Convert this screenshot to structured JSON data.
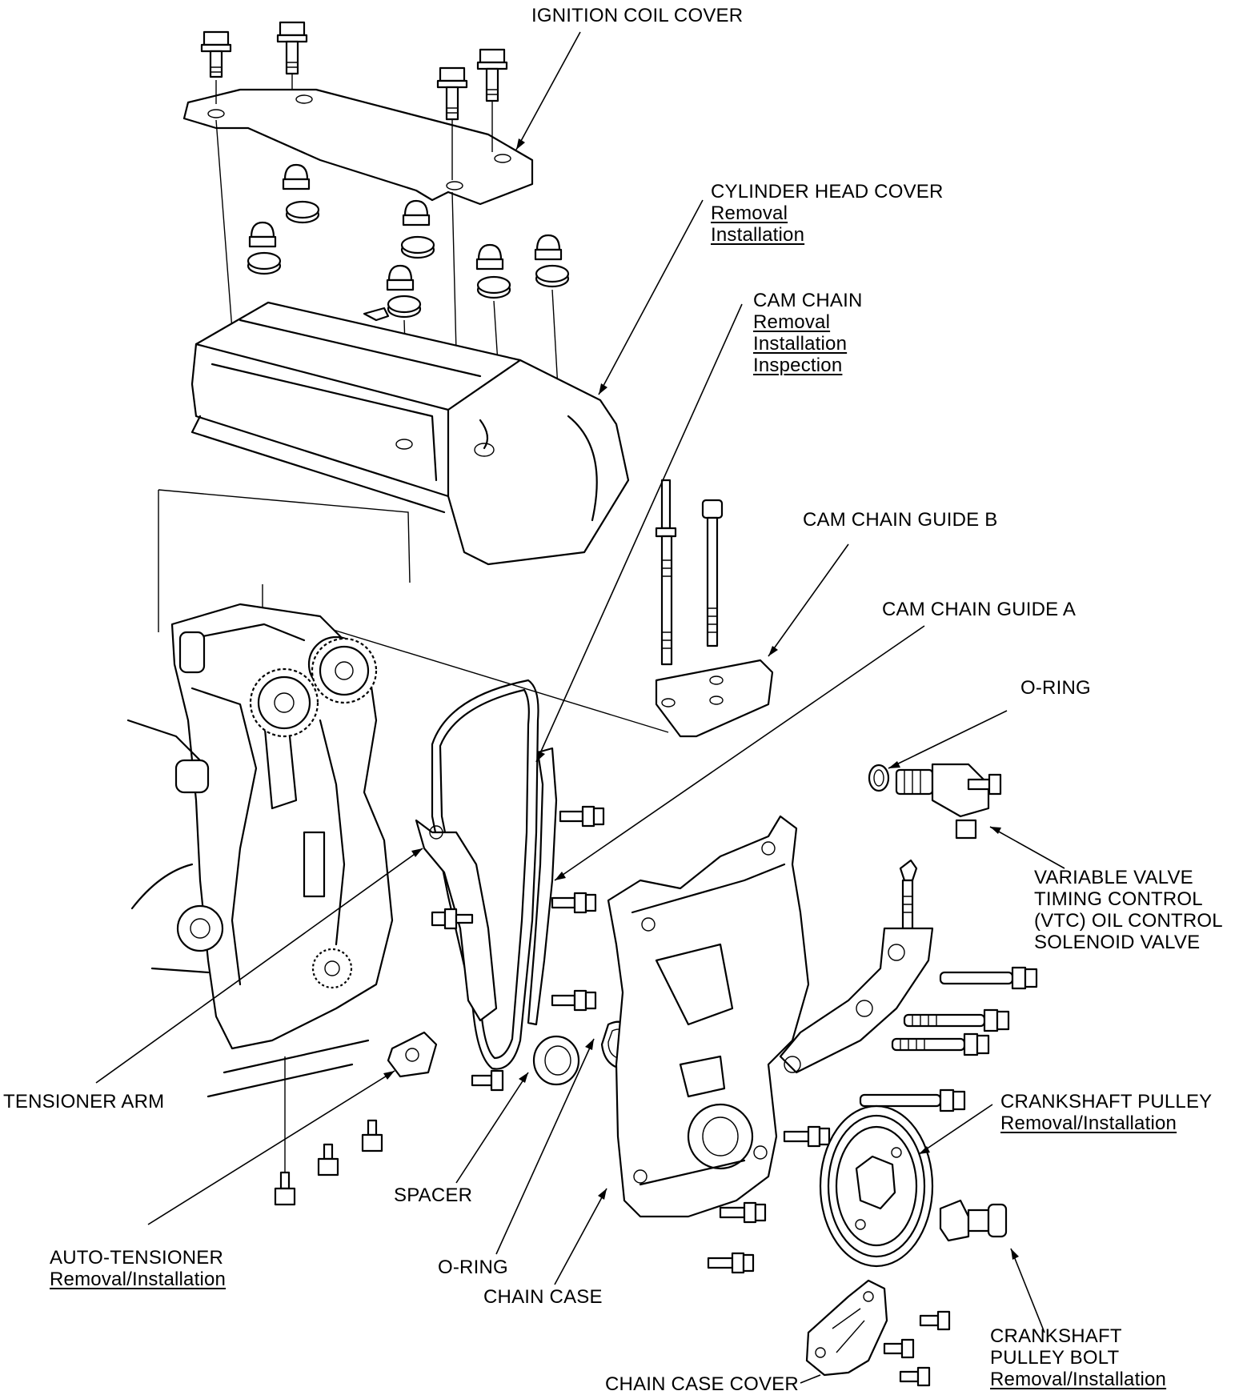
{
  "labels": {
    "ignition_coil_cover": "IGNITION COIL COVER",
    "cylinder_head_cover": {
      "title": "CYLINDER HEAD COVER",
      "links": [
        "Removal",
        "Installation"
      ]
    },
    "cam_chain": {
      "title": "CAM CHAIN",
      "links": [
        "Removal",
        "Installation",
        "Inspection"
      ]
    },
    "cam_chain_guide_b": "CAM CHAIN GUIDE B",
    "cam_chain_guide_a": "CAM CHAIN GUIDE A",
    "o_ring_top": "O-RING",
    "vtc_valve": [
      "VARIABLE VALVE",
      "TIMING CONTROL",
      "(VTC) OIL CONTROL",
      "SOLENOID VALVE"
    ],
    "tensioner_arm": "TENSIONER ARM",
    "crankshaft_pulley": {
      "title": "CRANKSHAFT PULLEY",
      "links": [
        "Removal/Installation"
      ]
    },
    "spacer": "SPACER",
    "auto_tensioner": {
      "title": "AUTO-TENSIONER",
      "links": [
        "Removal/Installation"
      ]
    },
    "o_ring_bottom": "O-RING",
    "chain_case": "CHAIN CASE",
    "crankshaft_pulley_bolt": {
      "title": [
        "CRANKSHAFT",
        "PULLEY BOLT"
      ],
      "links": [
        "Removal/Installation"
      ]
    },
    "chain_case_cover": "CHAIN CASE COVER"
  },
  "colors": {
    "ink": "#000000",
    "paper": "#ffffff"
  }
}
